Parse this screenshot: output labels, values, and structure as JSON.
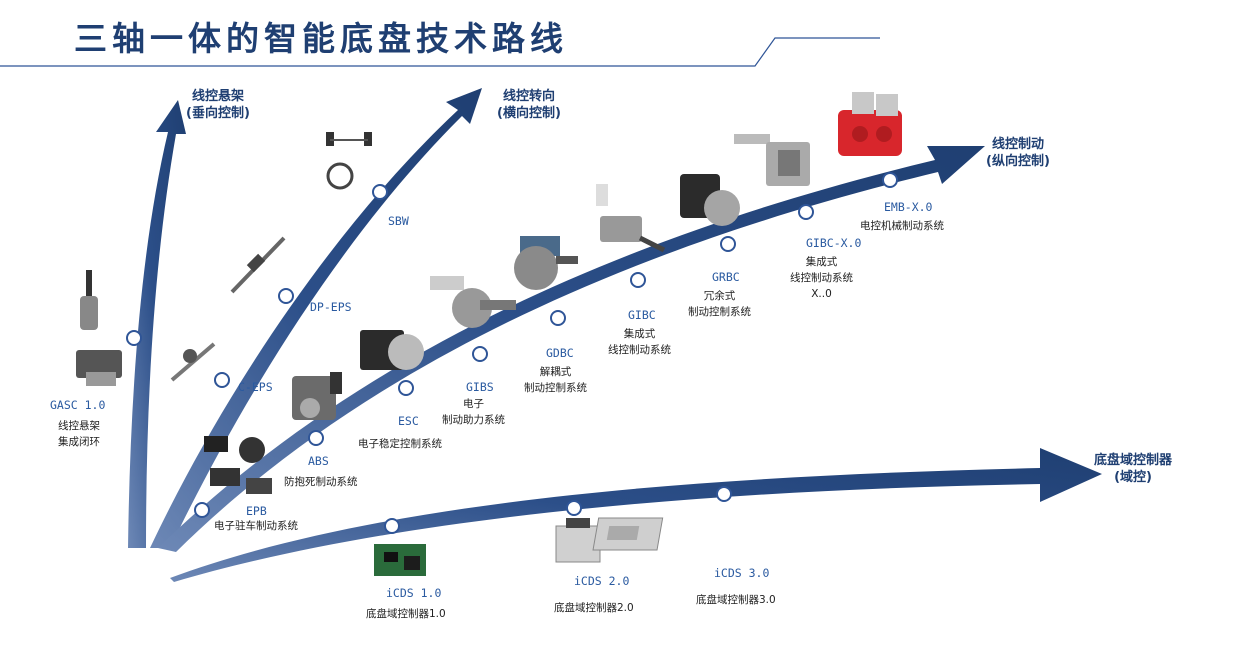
{
  "title": "三轴一体的智能底盘技术路线",
  "axes": {
    "suspension": {
      "line1": "线控悬架",
      "line2": "(垂向控制)"
    },
    "steering": {
      "line1": "线控转向",
      "line2": "(横向控制)"
    },
    "brake": {
      "line1": "线控制动",
      "line2": "(纵向控制)"
    },
    "domain": {
      "line1": "底盘域控制器",
      "line2": "(域控)"
    }
  },
  "nodes": {
    "gasc": {
      "code": "GASC 1.0",
      "desc1": "线控悬架",
      "desc2": "集成闭环"
    },
    "sbw": {
      "code": "SBW"
    },
    "dpeps": {
      "code": "DP-EPS"
    },
    "ceps": {
      "code": "C-EPS"
    },
    "abs": {
      "code": "ABS",
      "desc1": "防抱死制动系统"
    },
    "epb": {
      "code": "EPB",
      "desc1": "电子驻车制动系统"
    },
    "esc": {
      "code": "ESC",
      "desc1": "电子稳定控制系统"
    },
    "gibs": {
      "code": "GIBS",
      "desc1": "电子",
      "desc2": "制动助力系统"
    },
    "gdbc": {
      "code": "GDBC",
      "desc1": "解耦式",
      "desc2": "制动控制系统"
    },
    "gibc": {
      "code": "GIBC",
      "desc1": "集成式",
      "desc2": "线控制动系统"
    },
    "grbc": {
      "code": "GRBC",
      "desc1": "冗余式",
      "desc2": "制动控制系统"
    },
    "gibcx": {
      "code": "GIBC-X.0",
      "desc1": "集成式",
      "desc2": "线控制动系统",
      "desc3": "X..0"
    },
    "embx": {
      "code": "EMB-X.0",
      "desc1": "电控机械制动系统"
    },
    "icds1": {
      "code": "iCDS 1.0",
      "desc1": "底盘域控制器1.0"
    },
    "icds2": {
      "code": "iCDS 2.0",
      "desc1": "底盘域控制器2.0"
    },
    "icds3": {
      "code": "iCDS 3.0",
      "desc1": "底盘域控制器3.0"
    }
  },
  "colors": {
    "arrow": "#1f3f72",
    "title": "#1f3f72",
    "code": "#2a5aa0",
    "accent_red": "#d8262c"
  }
}
